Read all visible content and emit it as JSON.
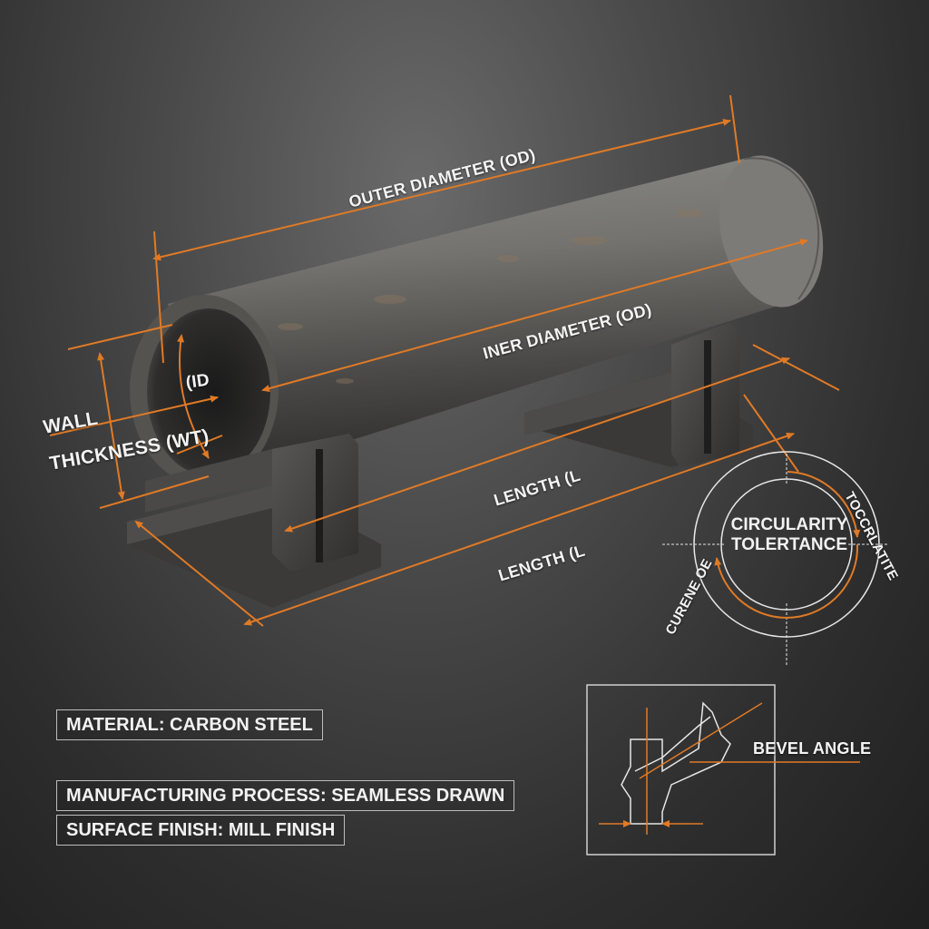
{
  "colors": {
    "accent_orange": "#e07a26",
    "line_white": "#e6e6e6",
    "background": "#2e2e2e",
    "pipe_steel": "#6b6b6b"
  },
  "dimension_labels": {
    "outer_diameter": "OUTER DIAMETER (OD)",
    "inner_diameter": "INER DIAMETER (OD)",
    "id_short": "(ID",
    "wall_line1": "WALL",
    "wall_line2": "THICKNESS (WT)",
    "length_upper": "LENGTH (L",
    "length_lower": "LENGTH (L"
  },
  "circularity": {
    "title_line1": "CIRCULARITY",
    "title_line2": "TOLERTANCE",
    "arc_right_label": "TOCCRLATITE",
    "arc_left_label": "CURENE OE"
  },
  "bevel": {
    "label": "BEVEL ANGLE"
  },
  "specs": {
    "material": "MATERIAL: CARBON STEEL",
    "process": "MANUFACTURING PROCESS: SEAMLESS DRAWN",
    "finish": "SURFACE FINISH: MILL FINISH"
  }
}
